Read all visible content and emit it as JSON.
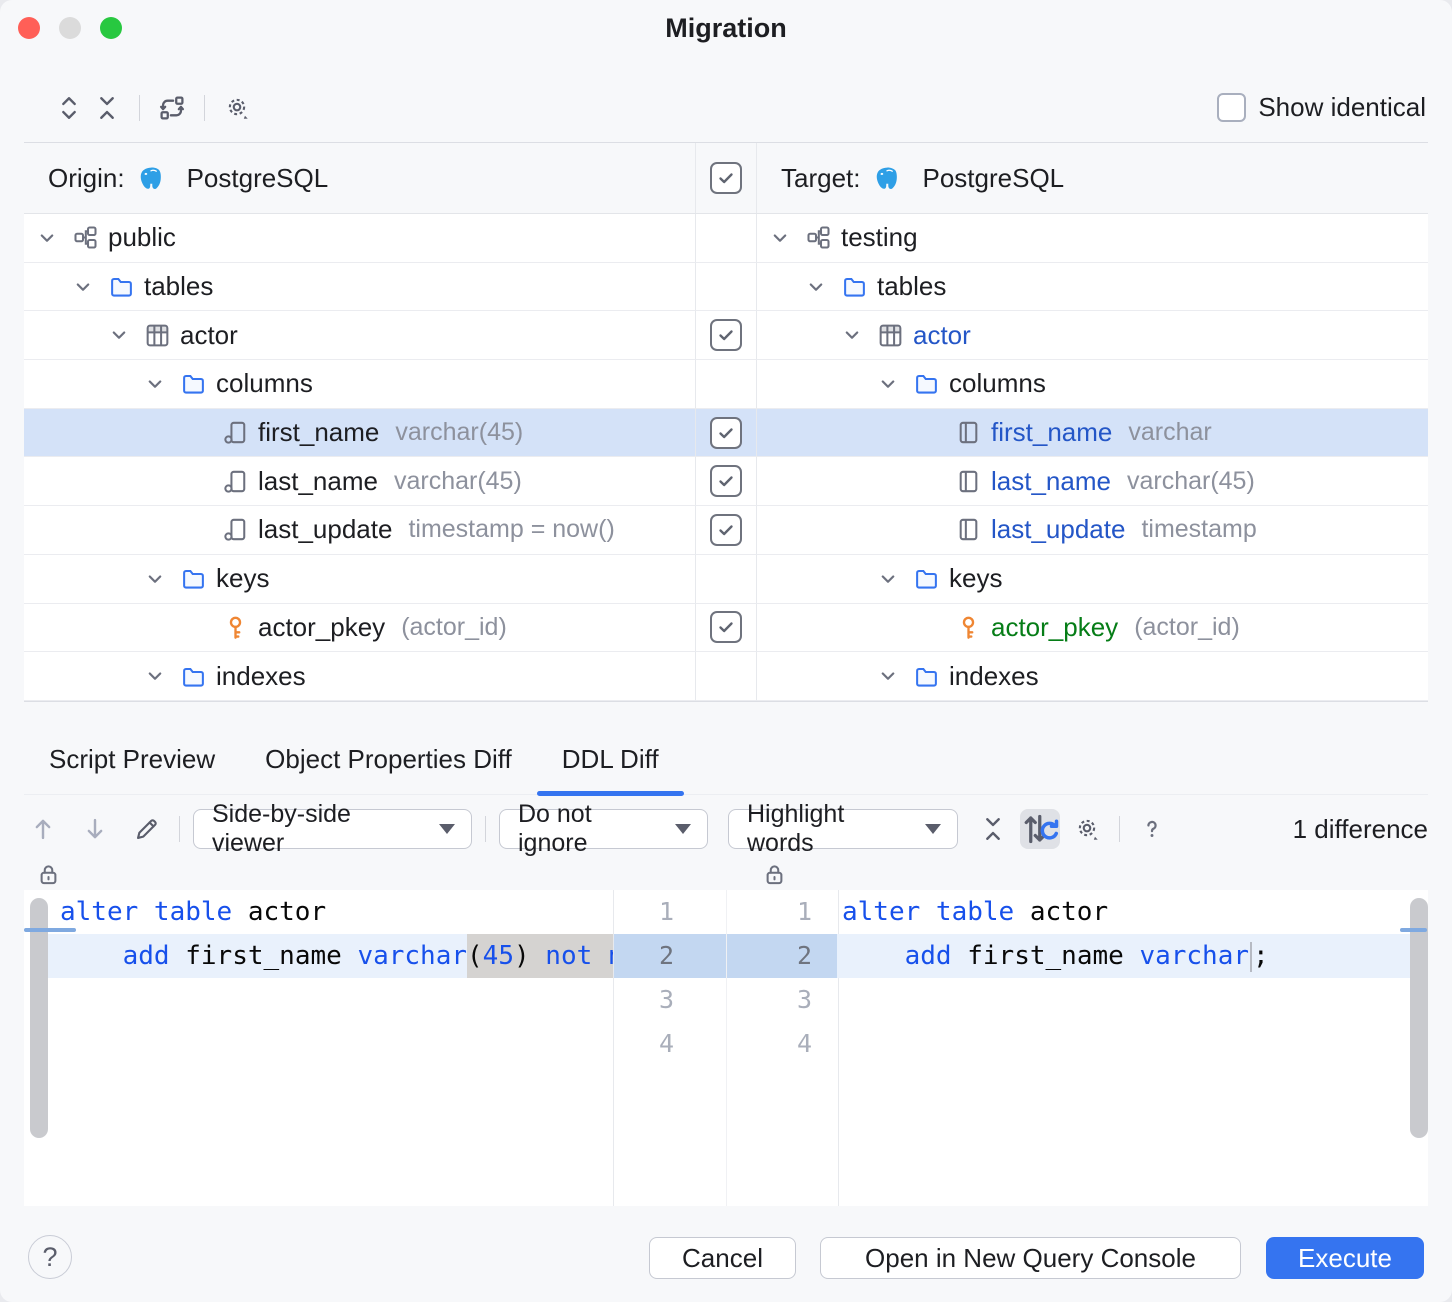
{
  "window": {
    "title": "Migration"
  },
  "toolbar": {
    "show_identical_label": "Show identical",
    "icons": [
      "expand-all-icon",
      "collapse-all-icon",
      "swap-origin-target-icon",
      "settings-gear-icon"
    ]
  },
  "tree": {
    "origin_header": {
      "label": "Origin:",
      "db": "PostgreSQL"
    },
    "target_header": {
      "label": "Target:",
      "db": "PostgreSQL"
    },
    "header_checked": true,
    "rows": [
      {
        "selected": false,
        "checked": null,
        "origin": {
          "indent": 0,
          "chevron": true,
          "icon": "schema",
          "label": "public",
          "color": "default",
          "type": ""
        },
        "target": {
          "indent": 0,
          "chevron": true,
          "icon": "schema",
          "label": "testing",
          "color": "default",
          "type": ""
        }
      },
      {
        "selected": false,
        "checked": null,
        "origin": {
          "indent": 1,
          "chevron": true,
          "icon": "folder",
          "label": "tables",
          "color": "default",
          "type": ""
        },
        "target": {
          "indent": 1,
          "chevron": true,
          "icon": "folder",
          "label": "tables",
          "color": "default",
          "type": ""
        }
      },
      {
        "selected": false,
        "checked": true,
        "origin": {
          "indent": 2,
          "chevron": true,
          "icon": "table",
          "label": "actor",
          "color": "default",
          "type": ""
        },
        "target": {
          "indent": 2,
          "chevron": true,
          "icon": "table",
          "label": "actor",
          "color": "modified",
          "type": ""
        }
      },
      {
        "selected": false,
        "checked": null,
        "origin": {
          "indent": 3,
          "chevron": true,
          "icon": "folder",
          "label": "columns",
          "color": "default",
          "type": ""
        },
        "target": {
          "indent": 3,
          "chevron": true,
          "icon": "folder",
          "label": "columns",
          "color": "default",
          "type": ""
        }
      },
      {
        "selected": true,
        "checked": true,
        "origin": {
          "indent": 4,
          "chevron": false,
          "icon": "column",
          "label": "first_name",
          "color": "default",
          "type": "varchar(45)"
        },
        "target": {
          "indent": 4,
          "chevron": false,
          "icon": "column2",
          "label": "first_name",
          "color": "modified",
          "type": "varchar"
        }
      },
      {
        "selected": false,
        "checked": true,
        "origin": {
          "indent": 4,
          "chevron": false,
          "icon": "column",
          "label": "last_name",
          "color": "default",
          "type": "varchar(45)"
        },
        "target": {
          "indent": 4,
          "chevron": false,
          "icon": "column2",
          "label": "last_name",
          "color": "modified",
          "type": "varchar(45)"
        }
      },
      {
        "selected": false,
        "checked": true,
        "origin": {
          "indent": 4,
          "chevron": false,
          "icon": "column",
          "label": "last_update",
          "color": "default",
          "type": "timestamp = now()"
        },
        "target": {
          "indent": 4,
          "chevron": false,
          "icon": "column2",
          "label": "last_update",
          "color": "modified",
          "type": "timestamp"
        }
      },
      {
        "selected": false,
        "checked": null,
        "origin": {
          "indent": 3,
          "chevron": true,
          "icon": "folder",
          "label": "keys",
          "color": "default",
          "type": ""
        },
        "target": {
          "indent": 3,
          "chevron": true,
          "icon": "folder",
          "label": "keys",
          "color": "default",
          "type": ""
        }
      },
      {
        "selected": false,
        "checked": true,
        "origin": {
          "indent": 4,
          "chevron": false,
          "icon": "key",
          "label": "actor_pkey",
          "color": "default",
          "type": "(actor_id)"
        },
        "target": {
          "indent": 4,
          "chevron": false,
          "icon": "key",
          "label": "actor_pkey",
          "color": "created",
          "type": "(actor_id)"
        }
      },
      {
        "selected": false,
        "checked": null,
        "origin": {
          "indent": 3,
          "chevron": true,
          "icon": "folder",
          "label": "indexes",
          "color": "default",
          "type": ""
        },
        "target": {
          "indent": 3,
          "chevron": true,
          "icon": "folder",
          "label": "indexes",
          "color": "default",
          "type": ""
        }
      }
    ]
  },
  "tabs": [
    {
      "label": "Script Preview",
      "active": false
    },
    {
      "label": "Object Properties Diff",
      "active": false
    },
    {
      "label": "DDL Diff",
      "active": true
    }
  ],
  "diff_toolbar": {
    "viewer_dropdown": "Side-by-side viewer",
    "ignore_dropdown": "Do not ignore",
    "highlight_dropdown": "Highlight words",
    "difference_count": "1 difference",
    "icons": [
      "previous-difference-icon",
      "next-difference-icon",
      "edit-pencil-icon",
      "collapse-unchanged-icon",
      "synchronize-scrolling-icon",
      "settings-gear-icon",
      "help-icon"
    ]
  },
  "editor": {
    "active_line": 2,
    "gutter_left": [
      "1",
      "2",
      "3",
      "4"
    ],
    "gutter_right": [
      "1",
      "2",
      "3",
      "4"
    ],
    "left_lines": [
      {
        "hl": false,
        "tokens": [
          {
            "t": "alter table",
            "c": "kw"
          },
          {
            "t": " actor",
            "c": "pl"
          }
        ]
      },
      {
        "hl": true,
        "tokens": [
          {
            "t": "    ",
            "c": "pl"
          },
          {
            "t": "add",
            "c": "kw"
          },
          {
            "t": " first_name ",
            "c": "pl"
          },
          {
            "t": "varchar",
            "c": "kw"
          },
          {
            "t": "(",
            "c": "pl",
            "diff": true
          },
          {
            "t": "45",
            "c": "num",
            "diff": true
          },
          {
            "t": ")",
            "c": "pl",
            "diff": true
          },
          {
            "t": " ",
            "c": "pl",
            "diff": true
          },
          {
            "t": "not n",
            "c": "kw",
            "diff": true
          }
        ]
      }
    ],
    "right_lines": [
      {
        "hl": false,
        "tokens": [
          {
            "t": "alter table",
            "c": "kw"
          },
          {
            "t": " actor",
            "c": "pl"
          }
        ]
      },
      {
        "hl": true,
        "tokens": [
          {
            "t": "    ",
            "c": "pl"
          },
          {
            "t": "add",
            "c": "kw"
          },
          {
            "t": " first_name ",
            "c": "pl"
          },
          {
            "t": "varchar",
            "c": "kw"
          },
          {
            "t": "",
            "c": "marker"
          },
          {
            "t": ";",
            "c": "pl"
          }
        ]
      }
    ]
  },
  "footer": {
    "help_label": "?",
    "cancel_label": "Cancel",
    "open_console_label": "Open in New Query Console",
    "execute_label": "Execute"
  },
  "colors": {
    "accent": "#3574F0",
    "modified_blue": "#2456C7",
    "created_green": "#067D17",
    "keyword_blue": "#1750EB",
    "selection": "#D4E2F8",
    "key_icon_orange": "#EF8633",
    "postgres_blue": "#2E9FE6"
  }
}
